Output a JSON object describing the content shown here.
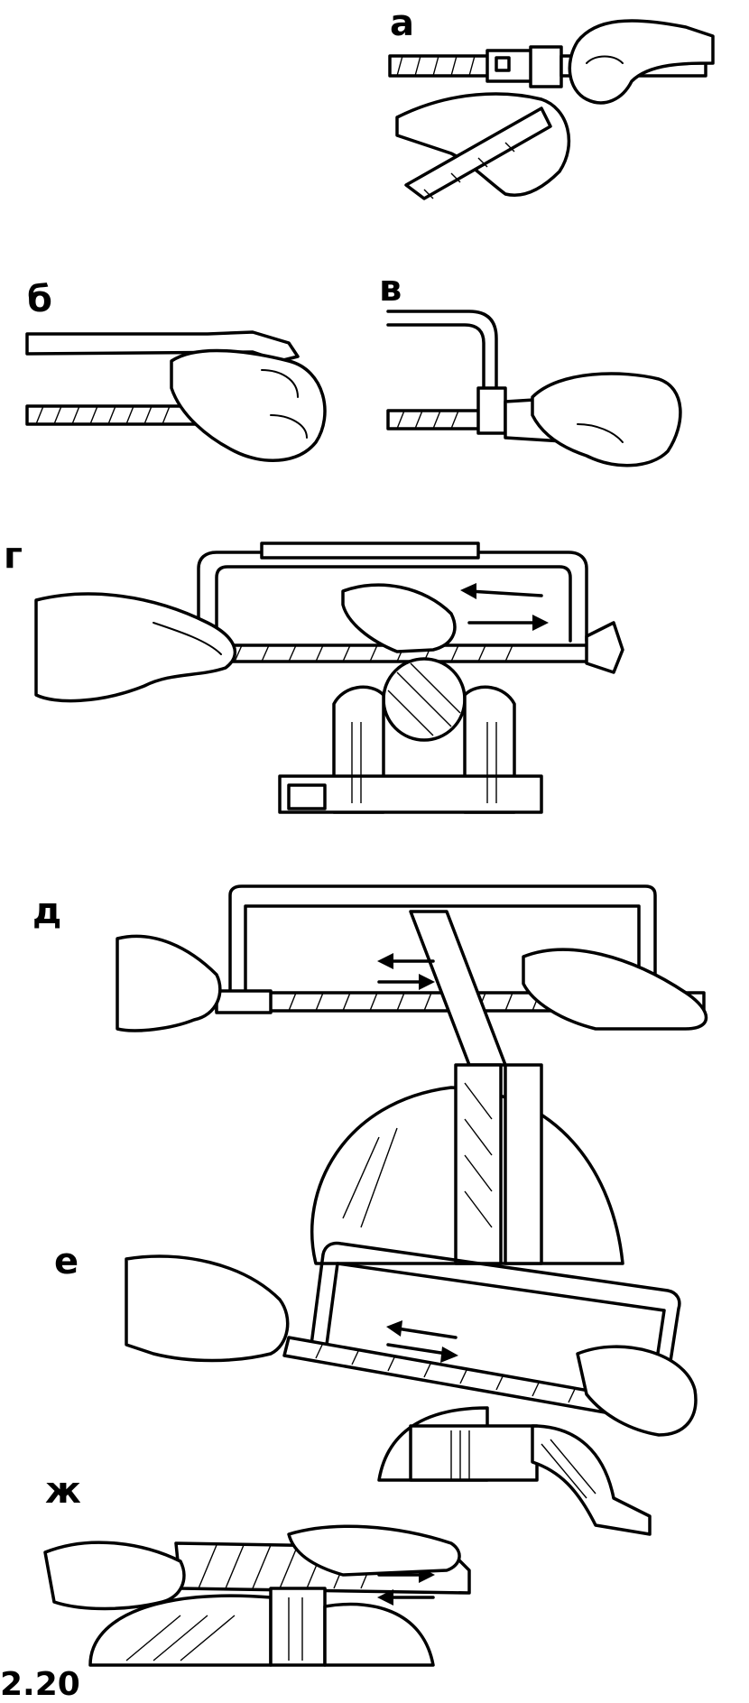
{
  "figure": {
    "caption_fragment": "2.20"
  },
  "panels": [
    {
      "id": "a",
      "label": "а"
    },
    {
      "id": "b",
      "label": "б"
    },
    {
      "id": "v",
      "label": "в"
    },
    {
      "id": "g",
      "label": "г"
    },
    {
      "id": "d",
      "label": "д"
    },
    {
      "id": "e",
      "label": "е"
    },
    {
      "id": "zh",
      "label": "ж"
    }
  ]
}
